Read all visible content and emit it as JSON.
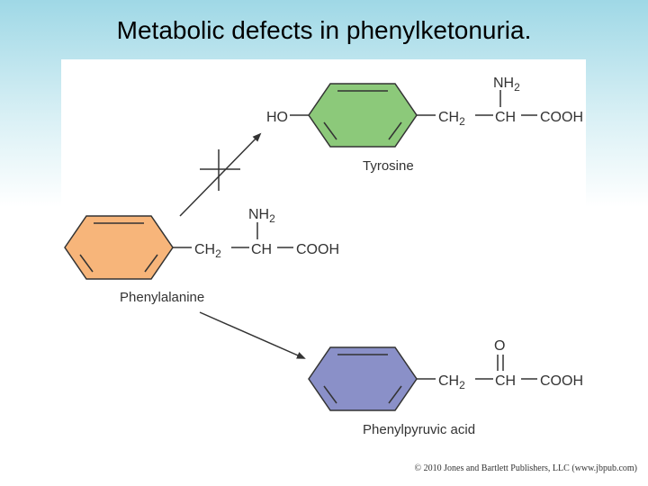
{
  "title": "Metabolic defects in phenylketonuria.",
  "colors": {
    "tyrosine_ring": "#8cc97a",
    "phenylalanine_ring": "#f7b57a",
    "phenylpyruvic_ring": "#8a90c8",
    "line": "#333333"
  },
  "tyrosine": {
    "ho": "HO",
    "ch2": "CH",
    "ch2_sub": "2",
    "ch": "CH",
    "cooh": "COOH",
    "nh2": "NH",
    "nh2_sub": "2",
    "name": "Tyrosine"
  },
  "phenylalanine": {
    "ch2": "CH",
    "ch2_sub": "2",
    "ch": "CH",
    "cooh": "COOH",
    "nh2": "NH",
    "nh2_sub": "2",
    "name": "Phenylalanine"
  },
  "phenylpyruvic": {
    "ch2": "CH",
    "ch2_sub": "2",
    "c": "CH",
    "cooh": "COOH",
    "o": "O",
    "name": "Phenylpyruvic acid"
  },
  "copyright": "© 2010 Jones and Bartlett Publishers, LLC (www.jbpub.com)"
}
